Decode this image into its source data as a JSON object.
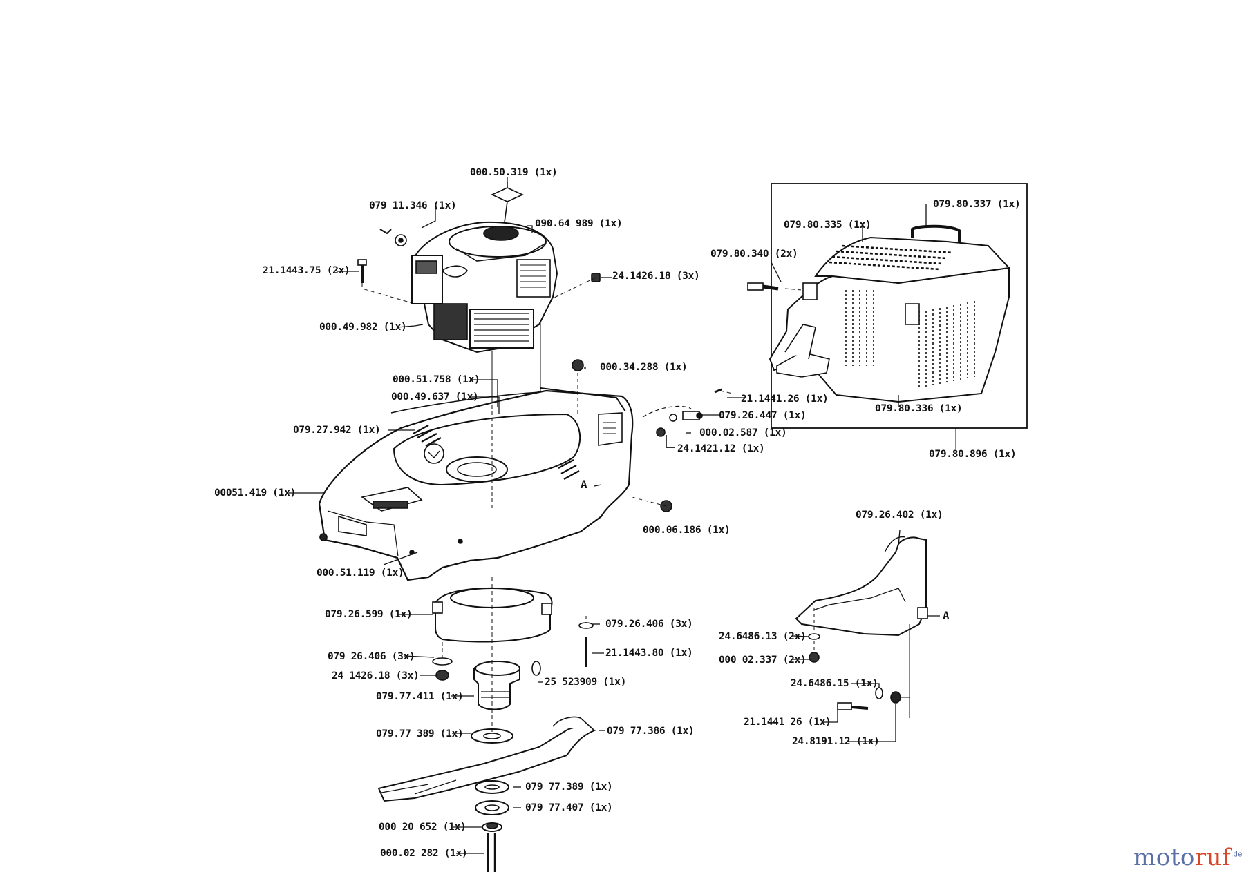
{
  "labels": {
    "l01": "000.50.319  (1x)",
    "l02": "079 11.346 (1x)",
    "l03": "090.64 989 (1x)",
    "l04": "21.1443.75 (2x)",
    "l05": "24.1426.18 (3x)",
    "l06": "000.49.982 (1x)",
    "l07": "000.34.288 (1x)",
    "l08": "000.51.758  (1x)",
    "l09": "000.49.637 (1x)",
    "l10": "079.27.942 (1x)",
    "l11": "00051.419  (1x)",
    "l12": "000.51.119  (1x)",
    "l13": "000.06.186 (1x)",
    "l14": "21.1441.26  (1x)",
    "l15": "079.26.447  (1x)",
    "l16": "000.02.587 (1x)",
    "l17": "24.1421.12  (1x)",
    "l18": "079.80.335 (1x)",
    "l19": "079.80.337 (1x)",
    "l20": "079.80.340 (2x)",
    "l21": "079.80.336 (1x)",
    "l22": "079.80.896 (1x)",
    "l23": "079.26.402  (1x)",
    "l24": "079.26.599 (1x)",
    "l25": "079.26.406 (3x)",
    "l26": "079 26.406 (3x)",
    "l27": "21.1443.80 (1x)",
    "l28": "24 1426.18 (3x)",
    "l29": "25 523909 (1x)",
    "l30": "079.77.411 (1x)",
    "l31": "079.77 389 (1x)",
    "l32": "079 77.386 (1x)",
    "l33": "079 77.389  (1x)",
    "l34": "079 77.407  (1x)",
    "l35": "000 20 652  (1x)",
    "l36": "000.02 282  (1x)",
    "l37": "24.6486.13 (2x)",
    "l38": "000 02.337 (2x)",
    "l39": "24.6486.15  (1x)",
    "l40": "21.1441 26  (1x)",
    "l41": "24.8191.12  (1x)",
    "mark_a1": "A",
    "mark_a2": "A"
  },
  "watermark": {
    "part1": "moto",
    "part2": "ruf",
    "part3": ".de"
  }
}
